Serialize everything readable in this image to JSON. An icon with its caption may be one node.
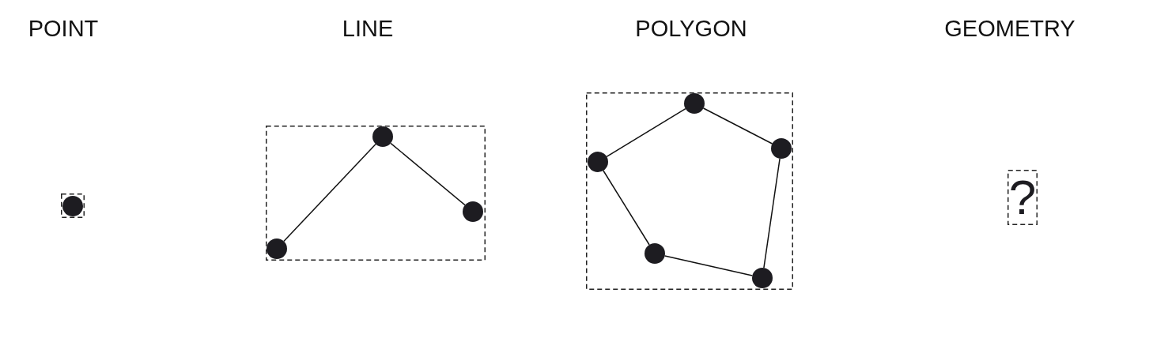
{
  "diagram": {
    "nodes": [
      {
        "text": [],
        "shape": "box"
      },
      {
        "text": [],
        "shape": "circle",
        "in": 0
      },
      {
        "text": [],
        "shape": "box"
      },
      {
        "text": [],
        "shape": "circle",
        "in": 2
      },
      {
        "text": [],
        "shape": "circle",
        "in": 2
      },
      {
        "text": [],
        "shape": "circle",
        "in": 2
      },
      {
        "text": [],
        "shape": "box"
      },
      {
        "text": [],
        "shape": "circle",
        "in": 6
      },
      {
        "text": [],
        "shape": "circle",
        "in": 6
      },
      {
        "text": [],
        "shape": "circle",
        "in": 6
      },
      {
        "text": [],
        "shape": "circle",
        "in": 6
      },
      {
        "text": [],
        "shape": "circle",
        "in": 6
      },
      {
        "text": [
          "?"
        ]
      }
    ],
    "edges": [
      {
        "from": 3,
        "to": 4,
        "arrow": "none"
      },
      {
        "from": 4,
        "to": 5,
        "arrow": "none"
      },
      {
        "from": 7,
        "to": 9,
        "arrow": "none"
      },
      {
        "from": 9,
        "to": 11,
        "arrow": "none"
      },
      {
        "from": 11,
        "to": 10,
        "arrow": "none"
      },
      {
        "from": 10,
        "to": 8,
        "arrow": "none"
      },
      {
        "from": 8,
        "to": 7,
        "arrow": "none"
      }
    ],
    "labels": [
      "POINT",
      "LINE",
      "POLYGON",
      "GEOMETRY"
    ]
  }
}
